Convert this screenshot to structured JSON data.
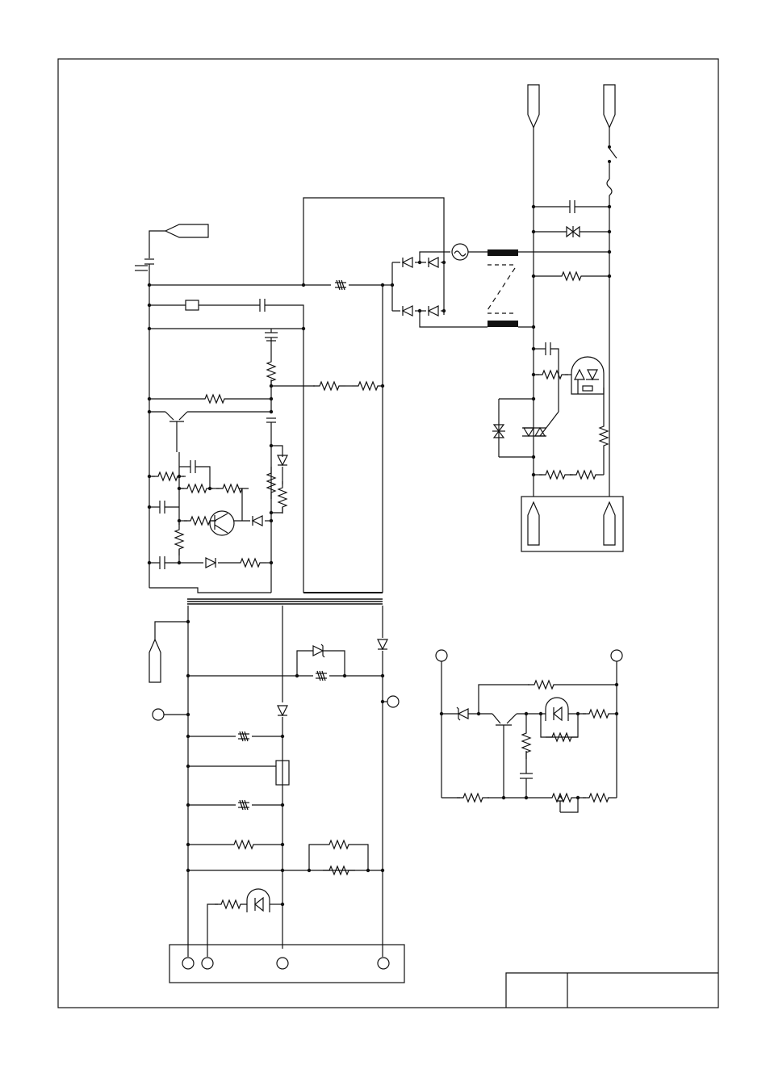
{
  "page": {
    "background": "#ffffff",
    "line_color": "#111111"
  },
  "title_block": {
    "cell_left_text": "",
    "cell_right_text": ""
  },
  "components": {
    "resistors": 30,
    "capacitors": 11,
    "diodes": 12,
    "zener_diodes": 3,
    "transistors": 4,
    "optocouplers": 4,
    "thermistors": 6,
    "transformers": 2,
    "terminals": 12
  }
}
